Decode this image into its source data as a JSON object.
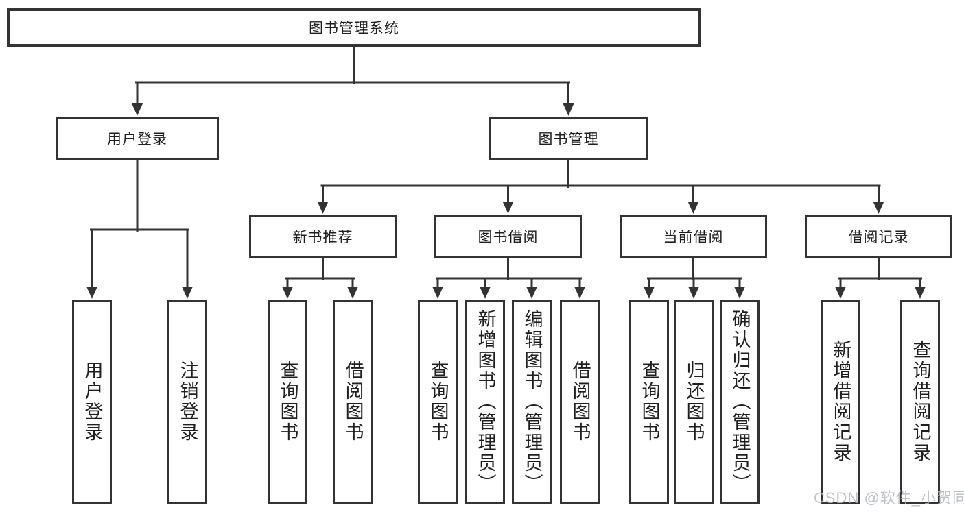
{
  "diagram": {
    "root": {
      "label": "图书管理系统"
    },
    "user_login": {
      "label": "用户登录",
      "children": [
        {
          "label": "用户登录"
        },
        {
          "label": "注销登录"
        }
      ]
    },
    "book_management": {
      "label": "图书管理",
      "children": [
        {
          "label": "新书推荐",
          "children": [
            {
              "label": "查询图书"
            },
            {
              "label": "借阅图书"
            }
          ]
        },
        {
          "label": "图书借阅",
          "children": [
            {
              "label": "查询图书"
            },
            {
              "label": "新增图书（管理员）"
            },
            {
              "label": "编辑图书（管理员）"
            },
            {
              "label": "借阅图书"
            }
          ]
        },
        {
          "label": "当前借阅",
          "children": [
            {
              "label": "查询图书"
            },
            {
              "label": "归还图书"
            },
            {
              "label": "确认归还（管理员）"
            }
          ]
        },
        {
          "label": "借阅记录",
          "children": [
            {
              "label": "新增借阅记录"
            },
            {
              "label": "查询借阅记录"
            }
          ]
        }
      ]
    }
  },
  "watermark": {
    "text": "CSDN @软件_小贺同学"
  },
  "colors": {
    "line": "#333333",
    "text": "#1f1f1f",
    "background": "#ffffff",
    "watermark": "#b5b8bd"
  }
}
